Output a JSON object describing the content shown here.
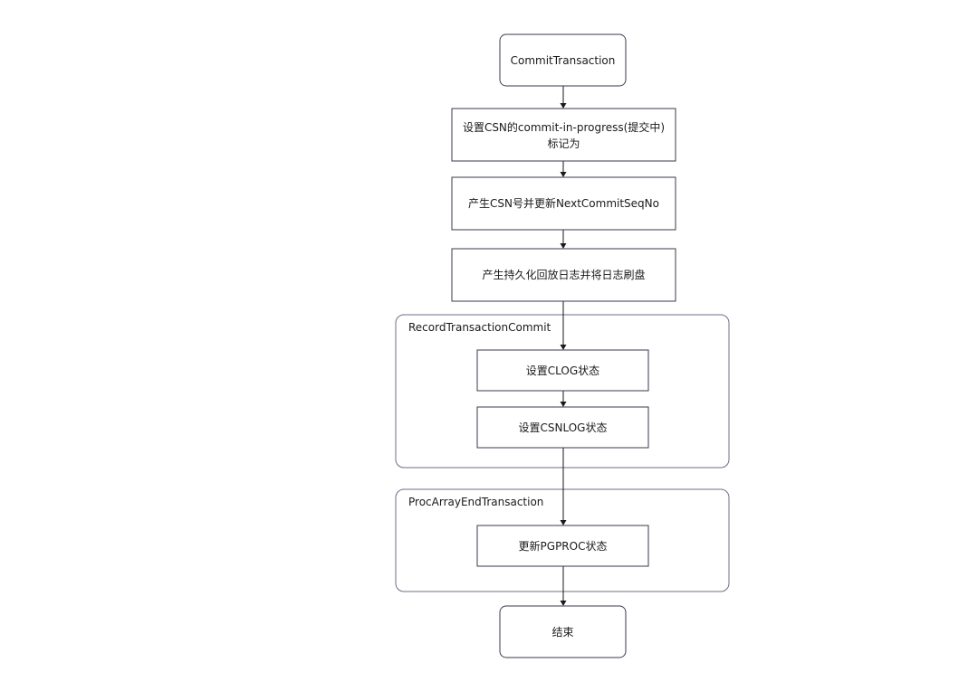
{
  "diagram": {
    "groups": {
      "record_transaction_commit": "RecordTransactionCommit",
      "proc_array_end_transaction": "ProcArrayEndTransaction"
    },
    "nodes": {
      "commit_transaction": "CommitTransaction",
      "set_csn_commit_in_progress_line1": "设置CSN的commit-in-progress(提交中)",
      "set_csn_commit_in_progress_line2": "标记为",
      "generate_csn": "产生CSN号并更新NextCommitSeqNo",
      "write_flush_log": "产生持久化回放日志并将日志刷盘",
      "set_clog_status": "设置CLOG状态",
      "set_csnlog_status": "设置CSNLOG状态",
      "update_pgproc_status": "更新PGPROC状态",
      "end": "结束"
    },
    "edges": [
      {
        "from": "commit_transaction",
        "to": "set_csn_commit_in_progress"
      },
      {
        "from": "set_csn_commit_in_progress",
        "to": "generate_csn"
      },
      {
        "from": "generate_csn",
        "to": "write_flush_log"
      },
      {
        "from": "write_flush_log",
        "to": "set_clog_status"
      },
      {
        "from": "set_clog_status",
        "to": "set_csnlog_status"
      },
      {
        "from": "set_csnlog_status",
        "to": "update_pgproc_status"
      },
      {
        "from": "update_pgproc_status",
        "to": "end"
      }
    ]
  }
}
